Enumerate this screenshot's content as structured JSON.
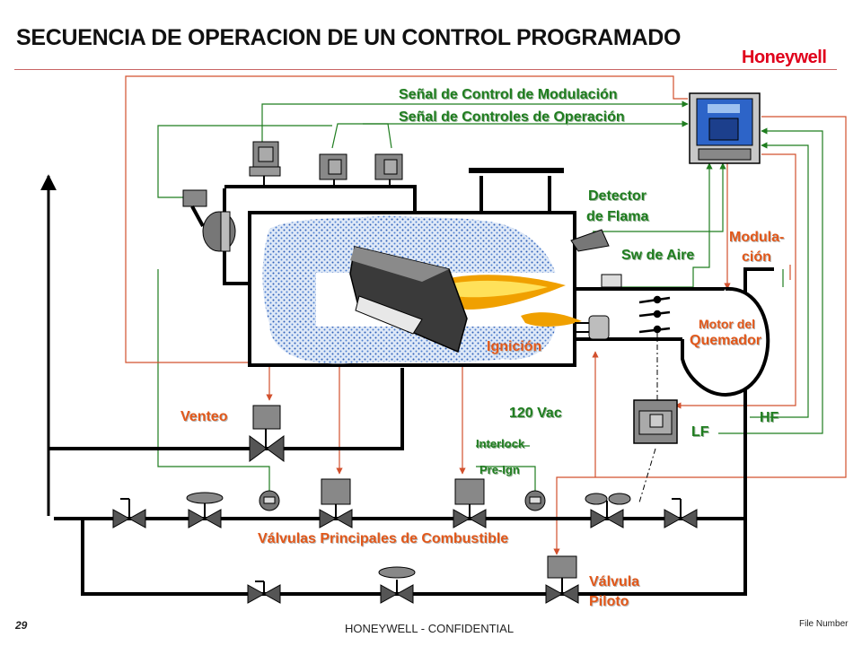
{
  "slide": {
    "title": "SECUENCIA DE OPERACION DE UN CONTROL PROGRAMADO",
    "brand": "Honeywell",
    "page_number": "29",
    "footer": "HONEYWELL - CONFIDENTIAL",
    "file_number": "File Number"
  },
  "labels": {
    "modulation_signal": "Señal de Control de Modulación",
    "operation_signal": "Señal de Controles de Operación",
    "flame_detector_1": "Detector",
    "flame_detector_2": "de Flama",
    "air_switch": "Sw de Aire",
    "modulation_1": "Modula-",
    "modulation_2": "ción",
    "burner_motor_1": "Motor del",
    "burner_motor_2": "Quemador",
    "ignition": "Ignición",
    "vent": "Venteo",
    "supply": "120 Vac",
    "interlock": "Interlock",
    "pre_ign": "Pre-Ign",
    "high_fire": "HF",
    "low_fire": "LF",
    "main_valves": "Válvulas Principales de Combustible",
    "pilot_valve_1": "Válvula",
    "pilot_valve_2": "Piloto"
  },
  "colors": {
    "green_wire": "#1f7d1f",
    "red_wire": "#d2502d",
    "pipe": "#000000",
    "controller": "#2d64c8",
    "flame": "#f0a000",
    "brand": "#e0001b"
  }
}
